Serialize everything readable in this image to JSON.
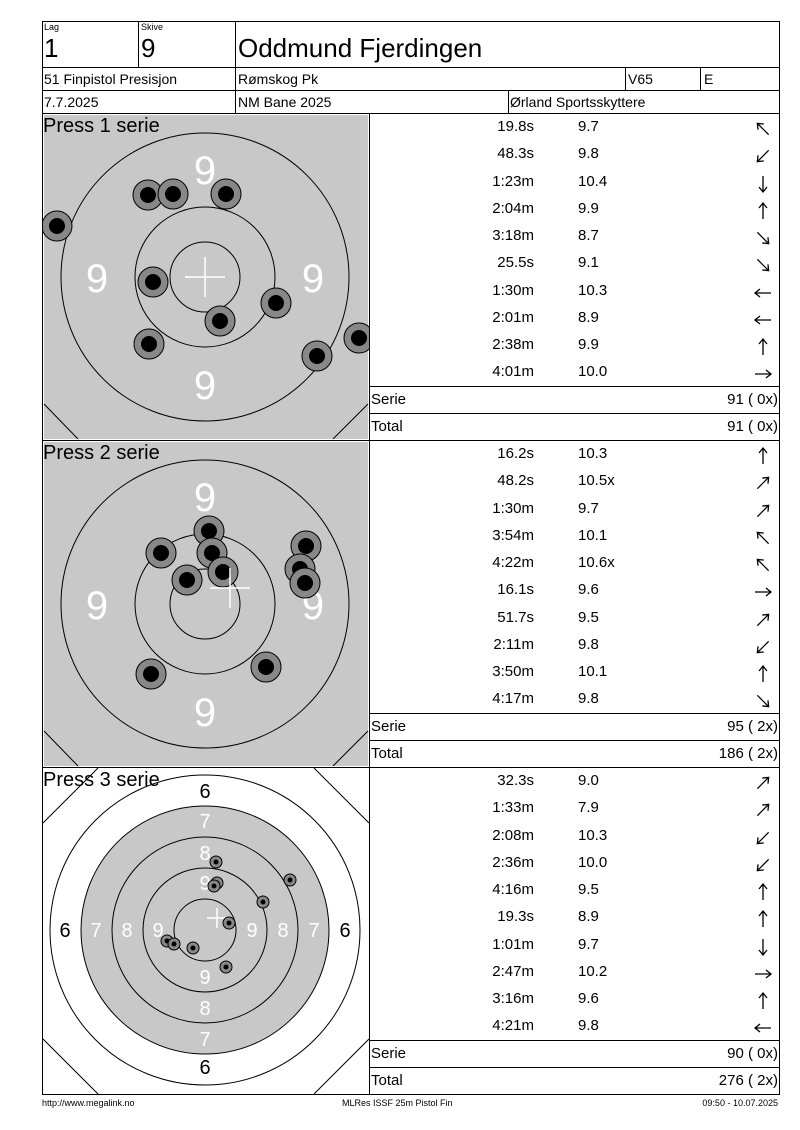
{
  "header": {
    "lag_label": "Lag",
    "lag_value": "1",
    "skive_label": "Skive",
    "skive_value": "9",
    "shooter_name": "Oddmund Fjerdingen",
    "event": "51 Finpistol Presisjon",
    "club_row1": "Rømskog Pk",
    "class": "V65",
    "grade": "E",
    "date": "7.7.2025",
    "venue": "NM Bane 2025",
    "club": "Ørland Sportsskyttere"
  },
  "series": [
    {
      "title": "Press 1 serie",
      "target_type": "precision-zoomed",
      "ring_label": "9",
      "shots": [
        {
          "time": "19.8s",
          "score": "9.7",
          "dir": "nw"
        },
        {
          "time": "48.3s",
          "score": "9.8",
          "dir": "sw"
        },
        {
          "time": "1:23m",
          "score": "10.4",
          "dir": "s"
        },
        {
          "time": "2:04m",
          "score": "9.9",
          "dir": "n"
        },
        {
          "time": "3:18m",
          "score": "8.7",
          "dir": "se"
        },
        {
          "time": "25.5s",
          "score": "9.1",
          "dir": "se"
        },
        {
          "time": "1:30m",
          "score": "10.3",
          "dir": "w"
        },
        {
          "time": "2:01m",
          "score": "8.9",
          "dir": "w"
        },
        {
          "time": "2:38m",
          "score": "9.9",
          "dir": "n"
        },
        {
          "time": "4:01m",
          "score": "10.0",
          "dir": "e"
        }
      ],
      "serie_label": "Serie",
      "serie_value": "91 ( 0x)",
      "total_label": "Total",
      "total_value": "91 ( 0x)"
    },
    {
      "title": "Press 2 serie",
      "target_type": "precision-zoomed",
      "ring_label": "9",
      "shots": [
        {
          "time": "16.2s",
          "score": "10.3",
          "dir": "n"
        },
        {
          "time": "48.2s",
          "score": "10.5x",
          "dir": "ne"
        },
        {
          "time": "1:30m",
          "score": "9.7",
          "dir": "ne"
        },
        {
          "time": "3:54m",
          "score": "10.1",
          "dir": "nw"
        },
        {
          "time": "4:22m",
          "score": "10.6x",
          "dir": "nw"
        },
        {
          "time": "16.1s",
          "score": "9.6",
          "dir": "e"
        },
        {
          "time": "51.7s",
          "score": "9.5",
          "dir": "ne"
        },
        {
          "time": "2:11m",
          "score": "9.8",
          "dir": "sw"
        },
        {
          "time": "3:50m",
          "score": "10.1",
          "dir": "n"
        },
        {
          "time": "4:17m",
          "score": "9.8",
          "dir": "se"
        }
      ],
      "serie_label": "Serie",
      "serie_value": "95 ( 2x)",
      "total_label": "Total",
      "total_value": "186 ( 2x)"
    },
    {
      "title": "Press 3 serie",
      "target_type": "precision-full",
      "shots": [
        {
          "time": "32.3s",
          "score": "9.0",
          "dir": "ne"
        },
        {
          "time": "1:33m",
          "score": "7.9",
          "dir": "ne"
        },
        {
          "time": "2:08m",
          "score": "10.3",
          "dir": "sw"
        },
        {
          "time": "2:36m",
          "score": "10.0",
          "dir": "sw"
        },
        {
          "time": "4:16m",
          "score": "9.5",
          "dir": "n"
        },
        {
          "time": "19.3s",
          "score": "8.9",
          "dir": "n"
        },
        {
          "time": "1:01m",
          "score": "9.7",
          "dir": "s"
        },
        {
          "time": "2:47m",
          "score": "10.2",
          "dir": "e"
        },
        {
          "time": "3:16m",
          "score": "9.6",
          "dir": "n"
        },
        {
          "time": "4:21m",
          "score": "9.8",
          "dir": "w"
        }
      ],
      "serie_label": "Serie",
      "serie_value": "90 ( 0x)",
      "total_label": "Total",
      "total_value": "276 ( 2x)"
    }
  ],
  "footer": {
    "left": "http://www.megalink.no",
    "center": "MLRes ISSF 25m Pistol Fin",
    "right": "09:50 - 10.07.2025"
  },
  "colors": {
    "target_bg": "#c8c8c8",
    "hole_ring": "#888888",
    "line": "#000000"
  }
}
